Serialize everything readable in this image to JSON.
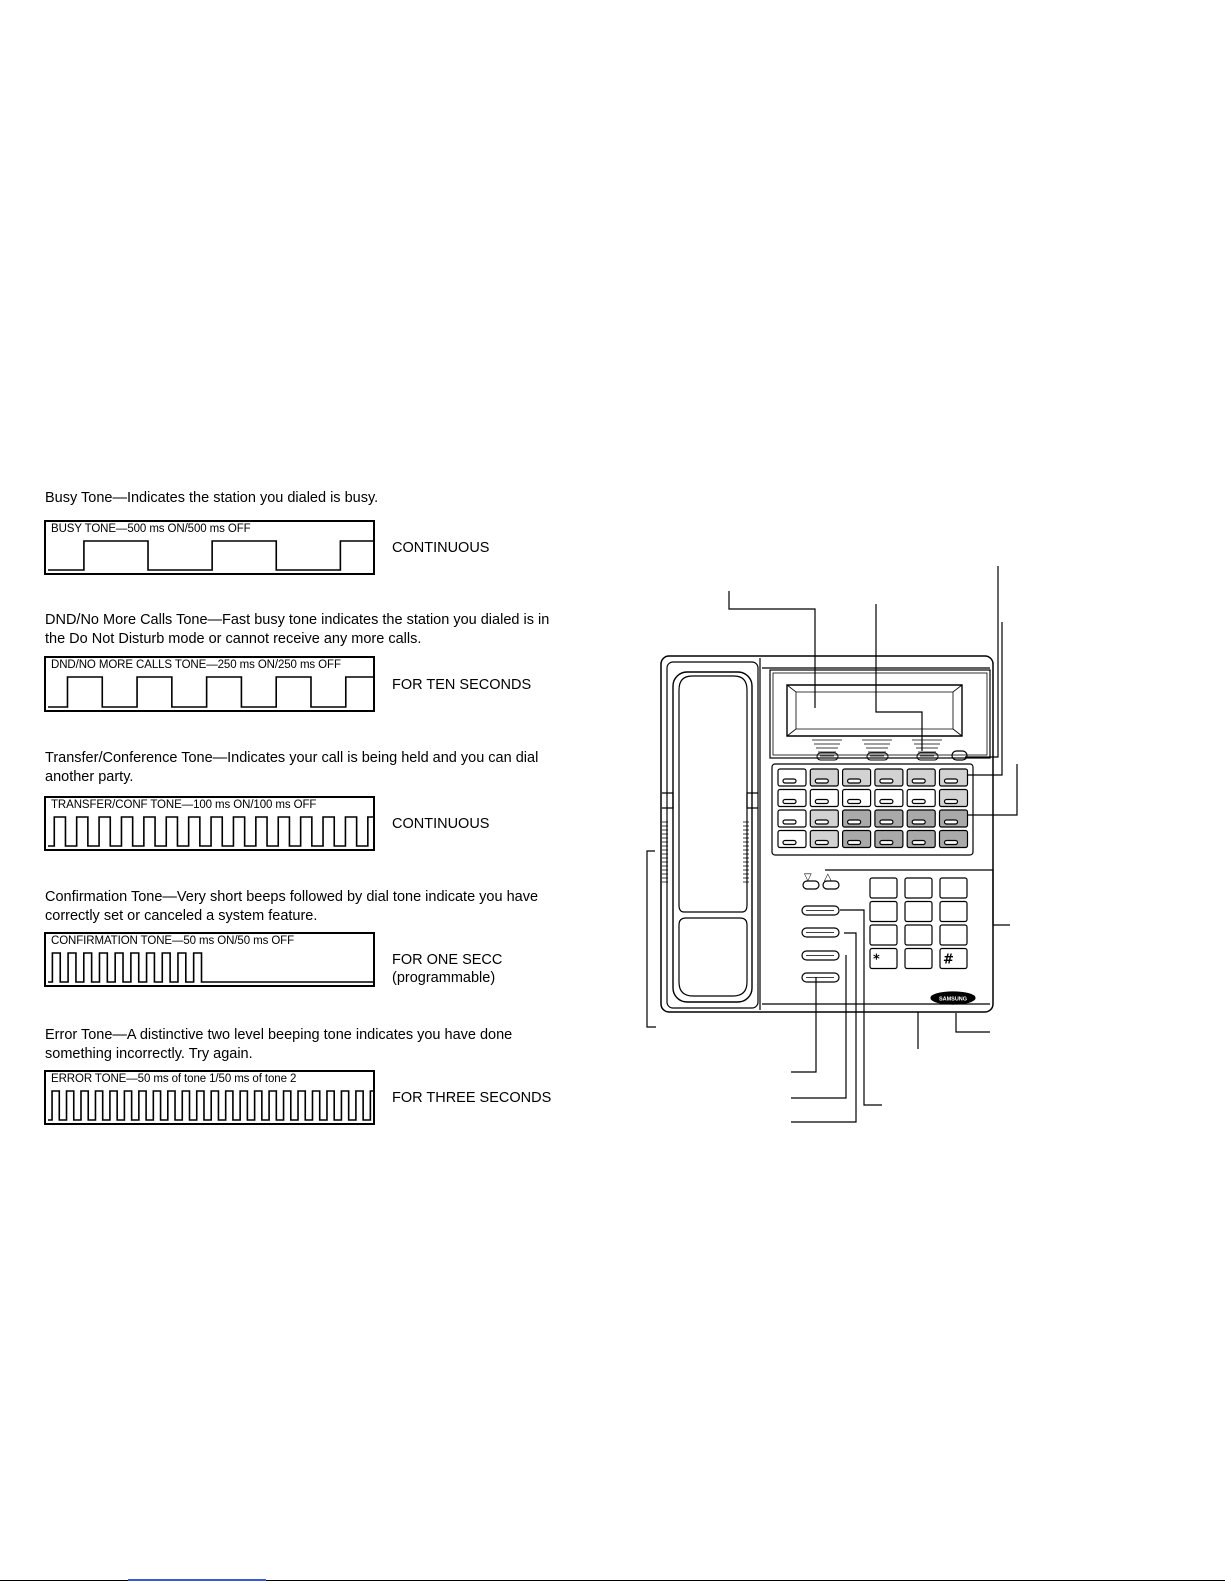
{
  "tones": [
    {
      "id": "busy",
      "description": "Busy Tone—Indicates the station you dialed is busy.",
      "label": "BUSY TONE—500 ms ON/500 ms OFF",
      "duration": "CONTINUOUS",
      "duration_note": "",
      "on_ms": 500,
      "off_ms": 500,
      "cycles": 2.55,
      "burst_fraction": 1.0
    },
    {
      "id": "dnd",
      "description": "DND/No More Calls Tone—Fast busy tone indicates the station you dialed is in the Do Not Disturb mode or cannot receive any more calls.",
      "label": "DND/NO MORE CALLS TONE—250 ms ON/250 ms OFF",
      "duration": "FOR TEN SECONDS",
      "duration_note": "",
      "on_ms": 250,
      "off_ms": 250,
      "cycles": 4.7,
      "burst_fraction": 1.0
    },
    {
      "id": "transfer",
      "description": "Transfer/Conference Tone—Indicates your call is being held and you can dial another party.",
      "label": "TRANSFER/CONF TONE—100 ms ON/100 ms OFF",
      "duration": "CONTINUOUS",
      "duration_note": "",
      "on_ms": 100,
      "off_ms": 100,
      "cycles": 14.6,
      "burst_fraction": 1.0
    },
    {
      "id": "confirmation",
      "description": "Confirmation Tone—Very short beeps followed by dial tone indicate you have correctly set or canceled a system feature.",
      "label": "CONFIRMATION TONE—50 ms ON/50 ms OFF",
      "duration": "FOR ONE SECC",
      "duration_note": "(programmable)",
      "on_ms": 50,
      "off_ms": 50,
      "cycles": 10,
      "burst_fraction": 0.48
    },
    {
      "id": "error",
      "description": "Error Tone—A distinctive two level beeping tone indicates you have done something incorrectly. Try again.",
      "label": "ERROR TONE—50 ms of tone 1/50 ms of tone 2",
      "duration": "FOR THREE SECONDS",
      "duration_note": "",
      "on_ms": 50,
      "off_ms": 50,
      "cycles": 22.6,
      "burst_fraction": 1.0
    }
  ],
  "phone": {
    "brand": "SAMSUNG",
    "keypad": [
      "",
      "",
      "",
      "",
      "",
      "",
      "",
      "",
      "",
      "*",
      "",
      "#"
    ],
    "volume_down_glyph": "▽",
    "volume_up_glyph": "△"
  },
  "colors": {
    "ink": "#000000",
    "key_shade": "#d2d2d2",
    "key_dark": "#a9a9a9",
    "link": "#3b5bd6"
  }
}
